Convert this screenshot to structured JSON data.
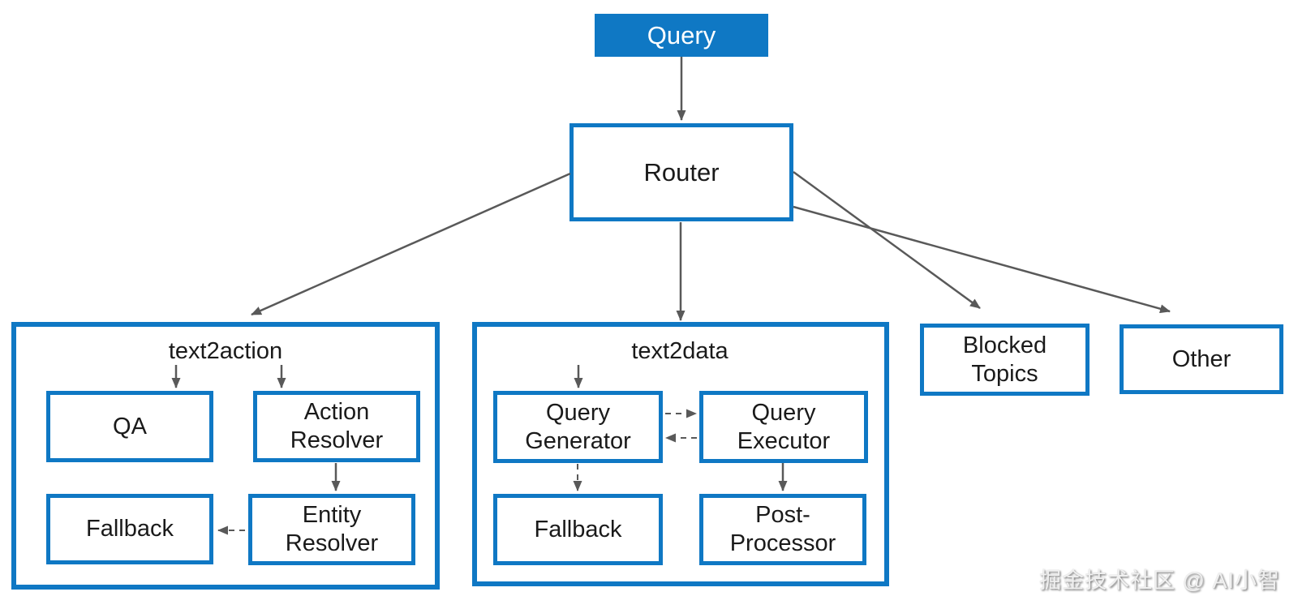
{
  "colors": {
    "accent": "#0f78c4",
    "arrow": "#595959",
    "text": "#1a1a1a",
    "query_text": "#ffffff",
    "background": "#ffffff"
  },
  "nodes": {
    "query": "Query",
    "router": "Router",
    "blocked_topics": "Blocked Topics",
    "other": "Other"
  },
  "text2action": {
    "label": "text2action",
    "qa": "QA",
    "action_resolver": "Action Resolver",
    "fallback": "Fallback",
    "entity_resolver": "Entity Resolver"
  },
  "text2data": {
    "label": "text2data",
    "query_generator": "Query Generator",
    "query_executor": "Query Executor",
    "fallback": "Fallback",
    "post_processor": "Post-Processor"
  },
  "edges": [
    {
      "from": "Query",
      "to": "Router",
      "style": "solid"
    },
    {
      "from": "Router",
      "to": "text2action",
      "style": "solid"
    },
    {
      "from": "Router",
      "to": "text2data",
      "style": "solid"
    },
    {
      "from": "Router",
      "to": "Blocked Topics",
      "style": "solid"
    },
    {
      "from": "Router",
      "to": "Other",
      "style": "solid"
    },
    {
      "from": "text2action",
      "to": "QA",
      "style": "solid"
    },
    {
      "from": "text2action",
      "to": "Action Resolver",
      "style": "solid"
    },
    {
      "from": "Action Resolver",
      "to": "Entity Resolver",
      "style": "solid"
    },
    {
      "from": "Entity Resolver",
      "to": "Fallback",
      "style": "dashed"
    },
    {
      "from": "text2data",
      "to": "Query Generator",
      "style": "solid"
    },
    {
      "from": "Query Generator",
      "to": "Query Executor",
      "style": "dashed"
    },
    {
      "from": "Query Executor",
      "to": "Query Generator",
      "style": "dashed"
    },
    {
      "from": "Query Generator",
      "to": "Fallback",
      "style": "dashed"
    },
    {
      "from": "Query Executor",
      "to": "Post-Processor",
      "style": "solid"
    }
  ],
  "watermark": "掘金技术社区 @ AI小智"
}
